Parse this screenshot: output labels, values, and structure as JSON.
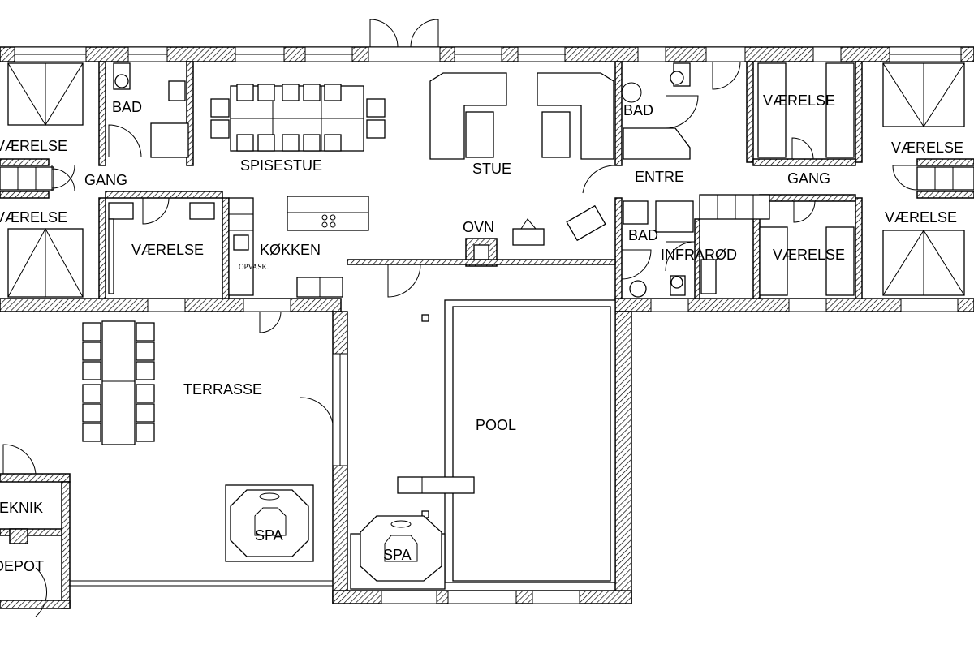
{
  "floor_plan": {
    "rooms": {
      "bad_left": "BAD",
      "vaerelse_top_left": "VÆRELSE",
      "vaerelse_mid_left": "VÆRELSE",
      "gang_left": "GANG",
      "vaerelse_center_left": "VÆRELSE",
      "spisestue": "SPISESTUE",
      "stue": "STUE",
      "koekken": "KØKKEN",
      "ovn": "OVN",
      "bad_right_top": "BAD",
      "entre": "ENTRE",
      "vaerelse_top_right": "VÆRELSE",
      "vaerelse_far_right_top": "VÆRELSE",
      "gang_right": "GANG",
      "vaerelse_far_right_bottom": "VÆRELSE",
      "bad_right_bottom": "BAD",
      "infrarod": "INFRARØD",
      "vaerelse_bottom_right": "VÆRELSE",
      "terrasse": "TERRASSE",
      "pool": "POOL",
      "spa_terrace": "SPA",
      "spa_pool": "SPA",
      "teknik": "TEKNIK",
      "depot": "DEPOT"
    },
    "annotations": {
      "opvask": "OPVASK."
    }
  }
}
